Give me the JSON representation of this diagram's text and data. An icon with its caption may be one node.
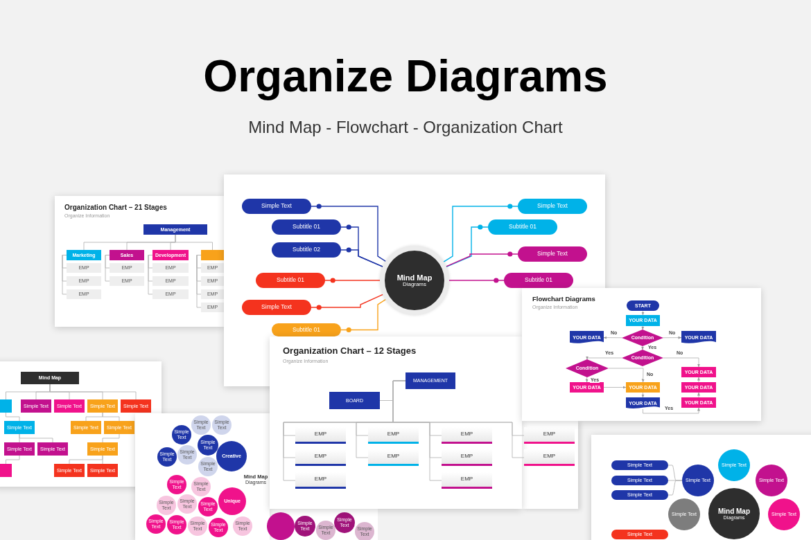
{
  "diagram": {
    "title": "Organize Diagrams",
    "nodes": [
      {
        "text": [
          "Organization Chart – 21 Stages",
          "Organize Information"
        ]
      },
      {
        "text": [
          "Management"
        ],
        "in": 0
      },
      {
        "text": [
          "Marketing"
        ],
        "in": 0
      },
      {
        "text": [
          "Sales"
        ],
        "in": 0
      },
      {
        "text": [
          "Development"
        ],
        "in": 0
      },
      {
        "text": [],
        "shape": "box",
        "in": 0
      },
      {
        "text": [
          "EMP"
        ],
        "in": 0
      },
      {
        "text": [
          "EMP"
        ],
        "in": 0
      },
      {
        "text": [
          "EMP"
        ],
        "in": 0
      },
      {
        "text": [
          "EMP"
        ],
        "in": 0
      },
      {
        "text": [
          "EMP"
        ],
        "in": 0
      },
      {
        "text": [
          "EMP"
        ],
        "in": 0
      },
      {
        "text": [
          "EMP"
        ],
        "in": 0
      },
      {
        "text": [
          "EMP"
        ],
        "in": 0
      },
      {
        "text": [
          "EMP"
        ],
        "in": 0
      },
      {
        "text": [
          "EMP"
        ],
        "in": 0
      },
      {
        "text": [
          "EMP"
        ],
        "in": 0
      },
      {
        "text": [
          "EMP"
        ],
        "in": 0
      },
      {
        "text": [],
        "shape": "box"
      },
      {
        "text": [
          "Mind Map",
          "Diagrams"
        ],
        "in": 18
      },
      {
        "text": [
          "Simple Text"
        ],
        "in": 18
      },
      {
        "text": [
          "Subtitle 01"
        ],
        "in": 18
      },
      {
        "text": [
          "Subtitle 02"
        ],
        "in": 18
      },
      {
        "text": [
          "Subtitle 01"
        ],
        "in": 18
      },
      {
        "text": [
          "Simple Text"
        ],
        "in": 18
      },
      {
        "text": [
          "Subtitle 01"
        ],
        "in": 18
      },
      {
        "text": [
          "Simple Text"
        ],
        "in": 18
      },
      {
        "text": [
          "Subtitle 01"
        ],
        "in": 18
      },
      {
        "text": [
          "Simple Text"
        ],
        "in": 18
      },
      {
        "text": [
          "Subtitle 01"
        ],
        "in": 18
      },
      {
        "text": [
          "Flowchart Diagrams",
          "Organize Information"
        ]
      },
      {
        "text": [
          "START"
        ],
        "in": 30
      },
      {
        "text": [
          "YOUR DATA"
        ],
        "in": 30
      },
      {
        "text": [
          "Condition"
        ],
        "in": 30
      },
      {
        "text": [
          "YOUR DATA"
        ]
      },
      {
        "text": [
          "YOUR DATA"
        ],
        "in": 30
      },
      {
        "text": [
          "Condition"
        ],
        "in": 30
      },
      {
        "text": [
          "Condition"
        ]
      },
      {
        "text": [
          "YOUR DATA"
        ],
        "in": 30
      },
      {
        "text": [
          "YOUR DATA"
        ],
        "in": 30
      },
      {
        "text": [
          "YOUR DATA"
        ],
        "in": 30
      },
      {
        "text": [
          "YOUR DATA"
        ],
        "in": 30
      },
      {
        "text": [
          "YOUR DATA"
        ],
        "in": 30
      },
      {
        "text": [
          "YOUR DATA"
        ],
        "in": 30
      },
      {
        "text": [],
        "shape": "box"
      },
      {
        "text": [
          "Mind Map"
        ],
        "in": 44
      },
      {
        "text": [],
        "shape": "box",
        "in": 44
      },
      {
        "text": [
          "Simple Text"
        ],
        "in": 44
      },
      {
        "text": [
          "Simple Text"
        ],
        "in": 44
      },
      {
        "text": [
          "Simple Text"
        ],
        "in": 44
      },
      {
        "text": [
          "Simple Text"
        ],
        "in": 44
      },
      {
        "text": [
          "Simple Text"
        ],
        "in": 44
      },
      {
        "text": [
          "Simple Text"
        ],
        "in": 44
      },
      {
        "text": [
          "Simple Text"
        ],
        "in": 44
      },
      {
        "text": [
          "Simple Text"
        ],
        "in": 44
      },
      {
        "text": [
          "Simple Text"
        ],
        "in": 44
      },
      {
        "text": [
          "Simple Text"
        ],
        "in": 44
      },
      {
        "text": [],
        "shape": "box",
        "in": 44
      },
      {
        "text": [
          "Simple Text"
        ],
        "in": 44
      },
      {
        "text": [
          "Simple Text"
        ],
        "in": 44
      },
      {
        "text": [],
        "shape": "box"
      },
      {
        "text": [
          "Mind Map",
          "Diagrams"
        ],
        "in": 60
      },
      {
        "text": [
          "Creative"
        ],
        "in": 60
      },
      {
        "text": [
          "Unique"
        ],
        "in": 60
      },
      {
        "text": [
          "Simple Text"
        ],
        "in": 60
      },
      {
        "text": [
          "Simple Text"
        ],
        "in": 60
      },
      {
        "text": [
          "Simple Text"
        ],
        "in": 60
      },
      {
        "text": [
          "Simple Text"
        ],
        "in": 60
      },
      {
        "text": [
          "Simple Text"
        ],
        "in": 60
      },
      {
        "text": [
          "Simple Text"
        ],
        "in": 60
      },
      {
        "text": [
          "Simple Text"
        ],
        "in": 60
      },
      {
        "text": [
          "Simple Text"
        ],
        "in": 60
      },
      {
        "text": [
          "Simple Text"
        ],
        "in": 60
      },
      {
        "text": [
          "Simple Text"
        ],
        "in": 60
      },
      {
        "text": [
          "Simple Text"
        ],
        "in": 60
      },
      {
        "text": [
          "Simple Text"
        ],
        "in": 60
      },
      {
        "text": [
          "Simple Text"
        ],
        "in": 60
      },
      {
        "text": [
          "Simple Text"
        ],
        "in": 60
      },
      {
        "text": [
          "Simple Text"
        ],
        "in": 60
      },
      {
        "text": [
          "Simple Text"
        ],
        "in": 60
      },
      {
        "text": [
          "Simple Text"
        ],
        "in": 60
      },
      {
        "text": [],
        "shape": "circle"
      },
      {
        "text": [
          "Simple Text"
        ]
      },
      {
        "text": [
          "Simple Text"
        ]
      },
      {
        "text": [
          "Simple Text"
        ]
      },
      {
        "text": [
          "Simple Text"
        ]
      },
      {
        "text": [
          "Organization Chart – 12 Stages",
          "Organize Information"
        ]
      },
      {
        "text": [
          "MANAGEMENT"
        ],
        "in": 86
      },
      {
        "text": [
          "BOARD"
        ],
        "in": 86
      },
      {
        "text": [
          "EMP"
        ],
        "in": 86
      },
      {
        "text": [
          "EMP"
        ],
        "in": 86
      },
      {
        "text": [
          "EMP"
        ],
        "in": 86
      },
      {
        "text": [
          "EMP"
        ],
        "in": 86
      },
      {
        "text": [
          "EMP"
        ],
        "in": 86
      },
      {
        "text": [
          "EMP"
        ],
        "in": 86
      },
      {
        "text": [
          "EMP"
        ],
        "in": 86
      },
      {
        "text": [
          "EMP"
        ],
        "in": 86
      },
      {
        "text": [
          "EMP"
        ]
      },
      {
        "text": [
          "EMP"
        ]
      },
      {
        "text": [],
        "shape": "box"
      },
      {
        "text": [
          "Simple Text"
        ],
        "in": 99
      },
      {
        "text": [
          "Simple Text"
        ],
        "in": 99
      },
      {
        "text": [
          "Simple Text"
        ],
        "in": 99
      },
      {
        "text": [
          "Simple Text"
        ],
        "in": 99
      },
      {
        "text": [
          "Simple Text"
        ],
        "in": 99
      },
      {
        "text": [
          "Simple Text"
        ],
        "in": 99
      },
      {
        "text": [
          "Simple Text"
        ],
        "in": 99
      },
      {
        "text": [
          "Mind Map",
          "Diagrams"
        ],
        "in": 99
      },
      {
        "text": [
          "Simple Text"
        ],
        "in": 99
      },
      {
        "text": [
          "Simple Text"
        ],
        "in": 99
      }
    ],
    "edges": [
      {
        "from": 1,
        "to": 2,
        "arrow": "none"
      },
      {
        "from": 1,
        "to": 3,
        "arrow": "none"
      },
      {
        "from": 1,
        "to": 4,
        "arrow": "none"
      },
      {
        "from": 1,
        "to": 5,
        "arrow": "none"
      },
      {
        "from": 2,
        "to": 6,
        "arrow": "none"
      },
      {
        "from": 2,
        "to": 7,
        "arrow": "none"
      },
      {
        "from": 2,
        "to": 8,
        "arrow": "none"
      },
      {
        "from": 3,
        "to": 9,
        "arrow": "none"
      },
      {
        "from": 3,
        "to": 10,
        "arrow": "none"
      },
      {
        "from": 4,
        "to": 11,
        "arrow": "none"
      },
      {
        "from": 4,
        "to": 12,
        "arrow": "none"
      },
      {
        "from": 4,
        "to": 13,
        "arrow": "none"
      },
      {
        "from": 5,
        "to": 14,
        "arrow": "none"
      },
      {
        "from": 5,
        "to": 15,
        "arrow": "none"
      },
      {
        "from": 5,
        "to": 16,
        "arrow": "none"
      },
      {
        "from": 5,
        "to": 17,
        "arrow": "none"
      },
      {
        "from": 19,
        "to": 20,
        "arrow": "other",
        "color": "#1f36a8"
      },
      {
        "from": 19,
        "to": 21,
        "arrow": "other",
        "color": "#1f36a8"
      },
      {
        "from": 19,
        "to": 22,
        "arrow": "other",
        "color": "#1f36a8"
      },
      {
        "from": 19,
        "to": 23,
        "arrow": "other",
        "color": "#f4331e"
      },
      {
        "from": 19,
        "to": 24,
        "arrow": "other",
        "color": "#f4331e"
      },
      {
        "from": 19,
        "to": 25,
        "arrow": "other",
        "color": "#f8a21b"
      },
      {
        "from": 19,
        "to": 26,
        "arrow": "other",
        "color": "#00b2e8"
      },
      {
        "from": 19,
        "to": 27,
        "arrow": "other",
        "color": "#00b2e8"
      },
      {
        "from": 19,
        "to": 28,
        "arrow": "other",
        "color": "#c2118e"
      },
      {
        "from": 19,
        "to": 29,
        "arrow": "other",
        "color": "#c2118e"
      },
      {
        "from": 31,
        "to": 32,
        "arrow": "to"
      },
      {
        "from": 32,
        "to": 33,
        "arrow": "to"
      },
      {
        "from": 33,
        "to": 34,
        "arrow": "to",
        "label": "No"
      },
      {
        "from": 33,
        "to": 35,
        "arrow": "to",
        "label": "No"
      },
      {
        "from": 33,
        "to": 36,
        "arrow": "to",
        "label": "Yes"
      },
      {
        "from": 36,
        "to": 37,
        "arrow": "to",
        "label": "Yes"
      },
      {
        "from": 36,
        "to": 38,
        "arrow": "to",
        "label": "No"
      },
      {
        "from": 37,
        "to": 42,
        "arrow": "to",
        "label": "No"
      },
      {
        "from": 37,
        "to": 41,
        "arrow": "to",
        "label": "Yes"
      },
      {
        "from": 41,
        "to": 42,
        "arrow": "to"
      },
      {
        "from": 42,
        "to": 43,
        "arrow": "to"
      },
      {
        "from": 43,
        "to": 40,
        "arrow": "to",
        "label": "Yes"
      },
      {
        "from": 40,
        "to": 39,
        "arrow": "to"
      },
      {
        "from": 39,
        "to": 38,
        "arrow": "to"
      },
      {
        "from": 45,
        "to": 46,
        "arrow": "none"
      },
      {
        "from": 45,
        "to": 47,
        "arrow": "none"
      },
      {
        "from": 45,
        "to": 48,
        "arrow": "none"
      },
      {
        "from": 45,
        "to": 49,
        "arrow": "none"
      },
      {
        "from": 45,
        "to": 50,
        "arrow": "none"
      },
      {
        "from": 46,
        "to": 51,
        "arrow": "none"
      },
      {
        "from": 51,
        "to": 54,
        "arrow": "none"
      },
      {
        "from": 51,
        "to": 55,
        "arrow": "none"
      },
      {
        "from": 49,
        "to": 52,
        "arrow": "none"
      },
      {
        "from": 49,
        "to": 53,
        "arrow": "none"
      },
      {
        "from": 53,
        "to": 56,
        "arrow": "none"
      },
      {
        "from": 56,
        "to": 58,
        "arrow": "none"
      },
      {
        "from": 56,
        "to": 59,
        "arrow": "none"
      },
      {
        "from": 54,
        "to": 57,
        "arrow": "none"
      },
      {
        "from": 87,
        "to": 88,
        "arrow": "none"
      },
      {
        "from": 87,
        "to": 89,
        "arrow": "none"
      },
      {
        "from": 87,
        "to": 90,
        "arrow": "none"
      },
      {
        "from": 87,
        "to": 91,
        "arrow": "none"
      },
      {
        "from": 87,
        "to": 92,
        "arrow": "none"
      },
      {
        "from": 87,
        "to": 93,
        "arrow": "none"
      },
      {
        "from": 87,
        "to": 94,
        "arrow": "none"
      },
      {
        "from": 87,
        "to": 95,
        "arrow": "none"
      },
      {
        "from": 87,
        "to": 96,
        "arrow": "none"
      },
      {
        "from": 87,
        "to": 97,
        "arrow": "none"
      },
      {
        "from": 87,
        "to": 98,
        "arrow": "none"
      },
      {
        "from": 103,
        "to": 100,
        "arrow": "none"
      },
      {
        "from": 103,
        "to": 101,
        "arrow": "none"
      },
      {
        "from": 103,
        "to": 102,
        "arrow": "none"
      }
    ],
    "labels": [
      "Mind Map - Flowchart - Organization Chart"
    ]
  }
}
